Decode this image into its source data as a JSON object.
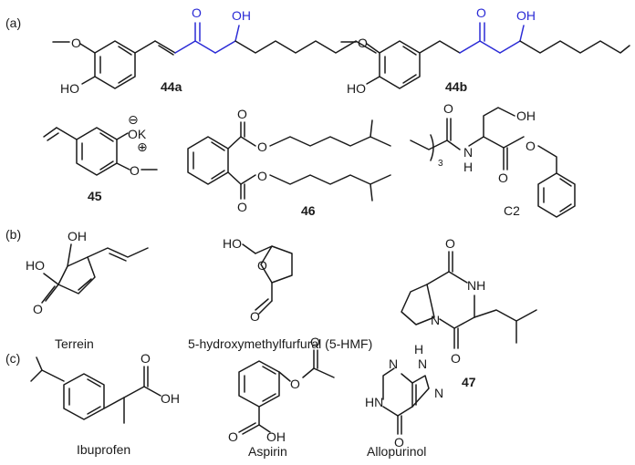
{
  "panels": {
    "a": "(a)",
    "b": "(b)",
    "c": "(c)"
  },
  "compounds": {
    "c44a": {
      "label": "44a",
      "atoms": {
        "methoxy": "O",
        "hydroxy": "HO",
        "ketone": "O",
        "alcohol": "OH"
      }
    },
    "c44b": {
      "label": "44b",
      "atoms": {
        "methoxy": "O",
        "hydroxy": "HO",
        "ketone": "O",
        "alcohol": "OH"
      }
    },
    "c45": {
      "label": "45",
      "atoms": {
        "phenoxide": "OK",
        "methoxy": "O",
        "minus": "⊖",
        "plus": "⊕"
      }
    },
    "c46": {
      "label": "46",
      "atoms": {
        "o1": "O",
        "o2": "O",
        "o3": "O",
        "o4": "O"
      }
    },
    "c2": {
      "label": "C2",
      "atoms": {
        "oh": "OH",
        "amide_o": "O",
        "nh": "N",
        "h": "H",
        "ester_o1": "O",
        "ester_o2": "O",
        "count": "3"
      }
    },
    "terrein": {
      "label": "Terrein",
      "atoms": {
        "oh1": "OH",
        "oh2": "HO",
        "ketone": "O"
      }
    },
    "hmf": {
      "label": "5-hydroxymethylfurfural (5-HMF)",
      "atoms": {
        "ho": "HO",
        "ring_o": "O",
        "ald_o": "O"
      }
    },
    "c47": {
      "label": "47",
      "atoms": {
        "o1": "O",
        "o2": "O",
        "nh": "NH",
        "n": "N"
      }
    },
    "ibuprofen": {
      "label": "Ibuprofen",
      "atoms": {
        "o": "O",
        "oh": "OH"
      }
    },
    "aspirin": {
      "label": "Aspirin",
      "atoms": {
        "o1": "O",
        "o2": "O",
        "o3": "O",
        "oh": "OH"
      }
    },
    "allopurinol": {
      "label": "Allopurinol",
      "atoms": {
        "n1": "N",
        "n2": "N",
        "nh": "HN",
        "h": "H",
        "n3": "N",
        "o": "O"
      }
    }
  }
}
